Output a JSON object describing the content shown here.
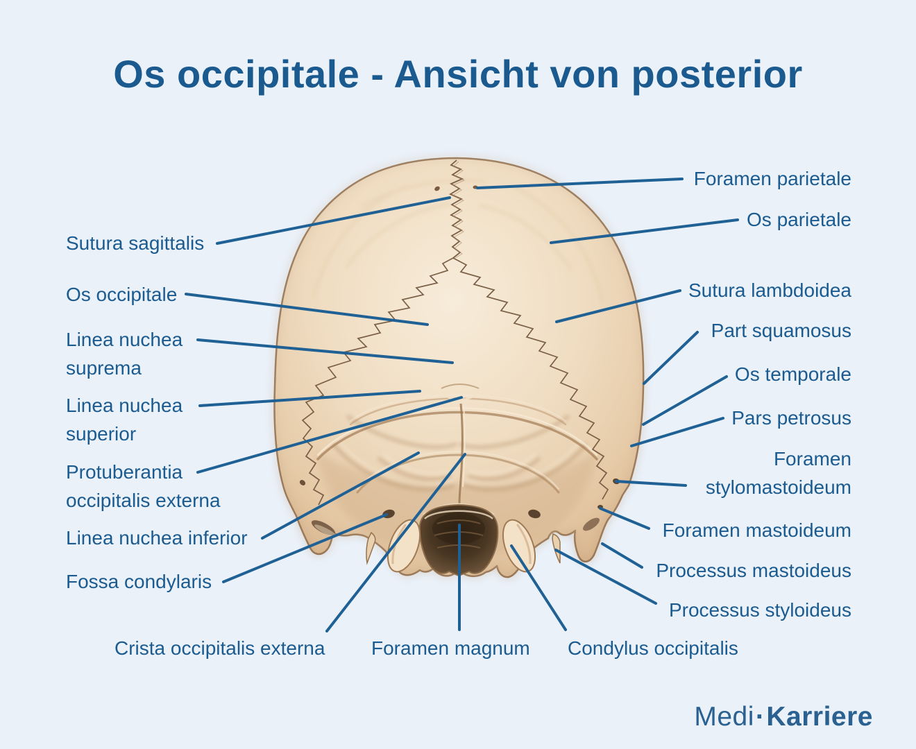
{
  "title": "Os occipitale - Ansicht von posterior",
  "colors": {
    "background": "#eaf1f9",
    "title_text": "#1b5a8f",
    "label_text": "#1b5b90",
    "leader_line": "#1f6195",
    "logo_text": "#2b6191",
    "bone_light": "#f7ecda",
    "bone_mid": "#eed9bd",
    "bone_shadow": "#c1996f",
    "bone_outline": "#8b6849",
    "foramen_magnum_dark": "#3a2c1f"
  },
  "labels": {
    "left": [
      {
        "id": "sutura-sagittalis",
        "text": "Sutura sagittalis"
      },
      {
        "id": "os-occipitale",
        "text": "Os occipitale"
      },
      {
        "id": "linea-nuchea-suprema",
        "text": "Linea nuchea\nsuprema"
      },
      {
        "id": "linea-nuchea-superior",
        "text": "Linea nuchea\nsuperior"
      },
      {
        "id": "protuberantia-occipitalis-externa",
        "text": "Protuberantia\noccipitalis externa"
      },
      {
        "id": "linea-nuchea-inferior",
        "text": "Linea nuchea inferior"
      },
      {
        "id": "fossa-condylaris",
        "text": "Fossa condylaris"
      }
    ],
    "bottom": [
      {
        "id": "crista-occipitalis-externa",
        "text": "Crista occipitalis externa"
      },
      {
        "id": "foramen-magnum",
        "text": "Foramen magnum"
      },
      {
        "id": "condylus-occipitalis",
        "text": "Condylus occipitalis"
      }
    ],
    "right": [
      {
        "id": "foramen-parietale",
        "text": "Foramen parietale"
      },
      {
        "id": "os-parietale",
        "text": "Os parietale"
      },
      {
        "id": "sutura-lambdoidea",
        "text": "Sutura lambdoidea"
      },
      {
        "id": "part-squamosus",
        "text": "Part squamosus"
      },
      {
        "id": "os-temporale",
        "text": "Os temporale"
      },
      {
        "id": "pars-petrosus",
        "text": "Pars petrosus"
      },
      {
        "id": "foramen-stylomastoideum",
        "text": "Foramen\nstylomastoideum"
      },
      {
        "id": "foramen-mastoideum",
        "text": "Foramen mastoideum"
      },
      {
        "id": "processus-mastoideus",
        "text": "Processus mastoideus"
      },
      {
        "id": "processus-styloideus",
        "text": "Processus styloideus"
      }
    ]
  },
  "logo": {
    "name": "Medi-Karriere",
    "part_regular": "Medi",
    "separator": "·",
    "part_bold": "Karriere"
  }
}
